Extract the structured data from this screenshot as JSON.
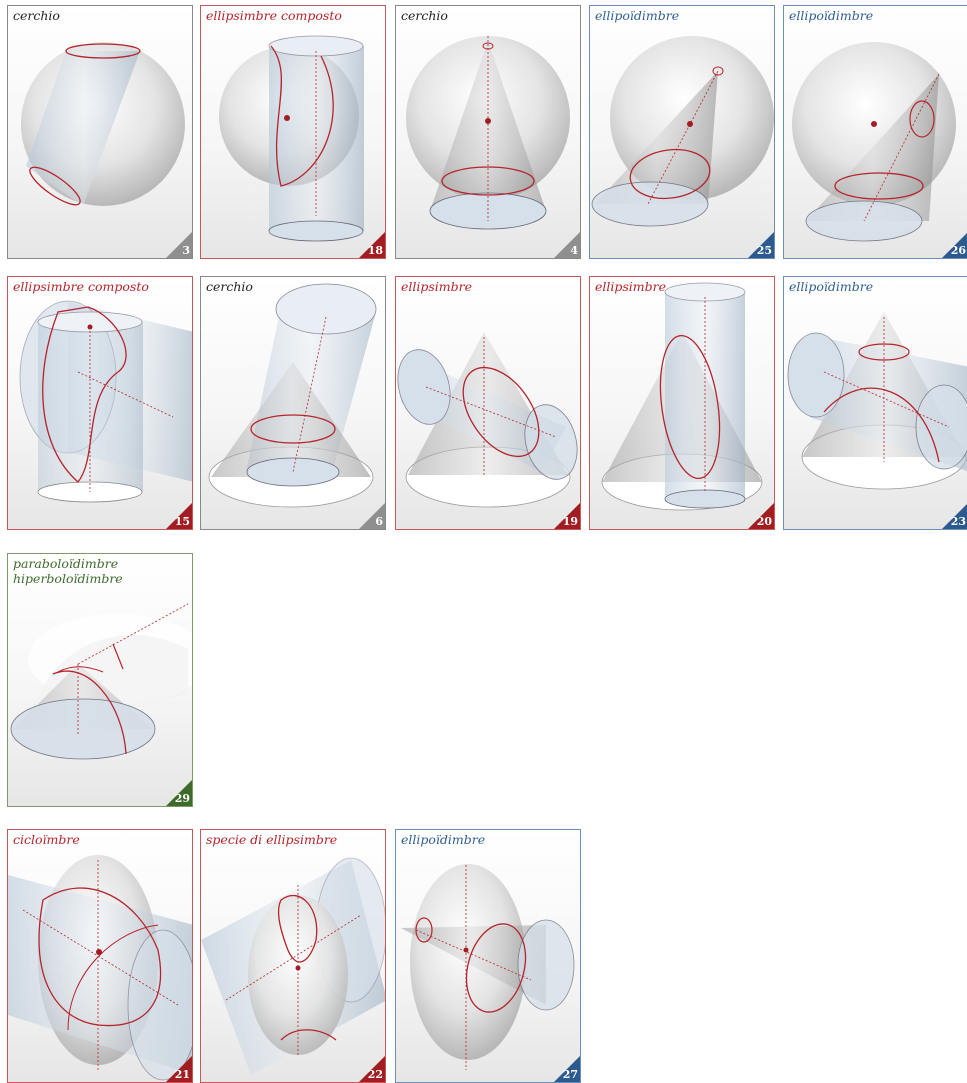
{
  "colors": {
    "black": "#8f8f8f",
    "red": "#a11d22",
    "blue": "#2c5a8e",
    "green": "#3e6b2b"
  },
  "cards": [
    {
      "title": "cerchio",
      "number": "3",
      "color": "black"
    },
    {
      "title": "ellipsimbre composto",
      "number": "18",
      "color": "red"
    },
    {
      "title": "cerchio",
      "number": "4",
      "color": "black"
    },
    {
      "title": "ellipoïdimbre",
      "number": "25",
      "color": "blue"
    },
    {
      "title": "ellipoïdimbre",
      "number": "26",
      "color": "blue"
    },
    {
      "title": "ellipsimbre composto",
      "number": "15",
      "color": "red"
    },
    {
      "title": "cerchio",
      "number": "6",
      "color": "black"
    },
    {
      "title": "ellipsimbre",
      "number": "19",
      "color": "red"
    },
    {
      "title": "ellipsimbre",
      "number": "20",
      "color": "red"
    },
    {
      "title": "ellipoïdimbre",
      "number": "23",
      "color": "blue"
    },
    {
      "title": "paraboloïdimbre\nhiperboloïdimbre",
      "number": "29",
      "color": "green"
    },
    {
      "title": "cicloïmbre",
      "number": "21",
      "color": "red"
    },
    {
      "title": "specie di ellipsimbre",
      "number": "22",
      "color": "red"
    },
    {
      "title": "ellipoïdimbre",
      "number": "27",
      "color": "blue"
    }
  ]
}
